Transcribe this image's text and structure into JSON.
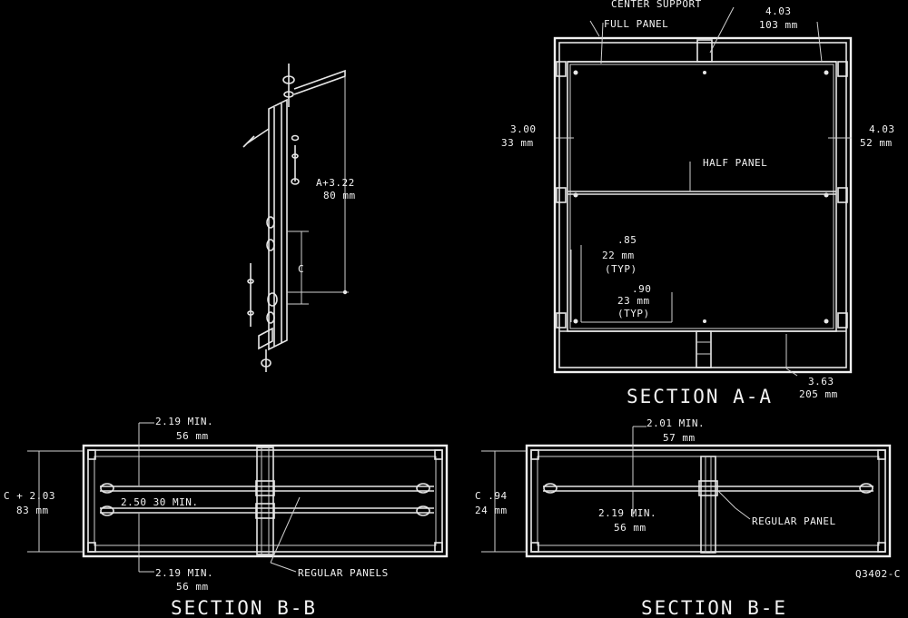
{
  "iso_view": {
    "dim_a_value": "A+3.22",
    "dim_a_metric": "80 mm",
    "dim_c_value": "C"
  },
  "section_aa": {
    "title": "SECTION A-A",
    "center_support": "CENTER SUPPORT",
    "full_panel": "FULL PANEL",
    "top_right_value": "4.03",
    "top_right_metric": "103 mm",
    "left_value": "3.00",
    "left_metric": "33 mm",
    "right_value": "4.03",
    "right_metric": "52 mm",
    "half_panel": "HALF PANEL",
    "inner1_value": ".85",
    "inner1_metric": "22 mm",
    "inner1_typ": "(TYP)",
    "inner2_value": ".90",
    "inner2_metric": "23 mm",
    "inner2_typ": "(TYP)",
    "bottom_value": "3.63",
    "bottom_metric": "205 mm"
  },
  "section_bb": {
    "title": "SECTION B-B",
    "top_min_value": "2.19 MIN.",
    "top_min_metric": "56 mm",
    "height_value": "C + 2.03",
    "height_metric": "83 mm",
    "center_min": "2.50 30 MIN.",
    "bottom_min_value": "2.19 MIN.",
    "bottom_min_metric": "56 mm",
    "regular_panels": "REGULAR PANELS"
  },
  "section_be": {
    "title": "SECTION B-E",
    "top_min_value": "2.01 MIN.",
    "top_min_metric": "57 mm",
    "height_value": "C .94",
    "height_metric": "24 mm",
    "inner_min_value": "2.19 MIN.",
    "inner_min_metric": "56 mm",
    "regular_panel": "REGULAR PANEL",
    "drawing_id": "Q3402-C"
  }
}
